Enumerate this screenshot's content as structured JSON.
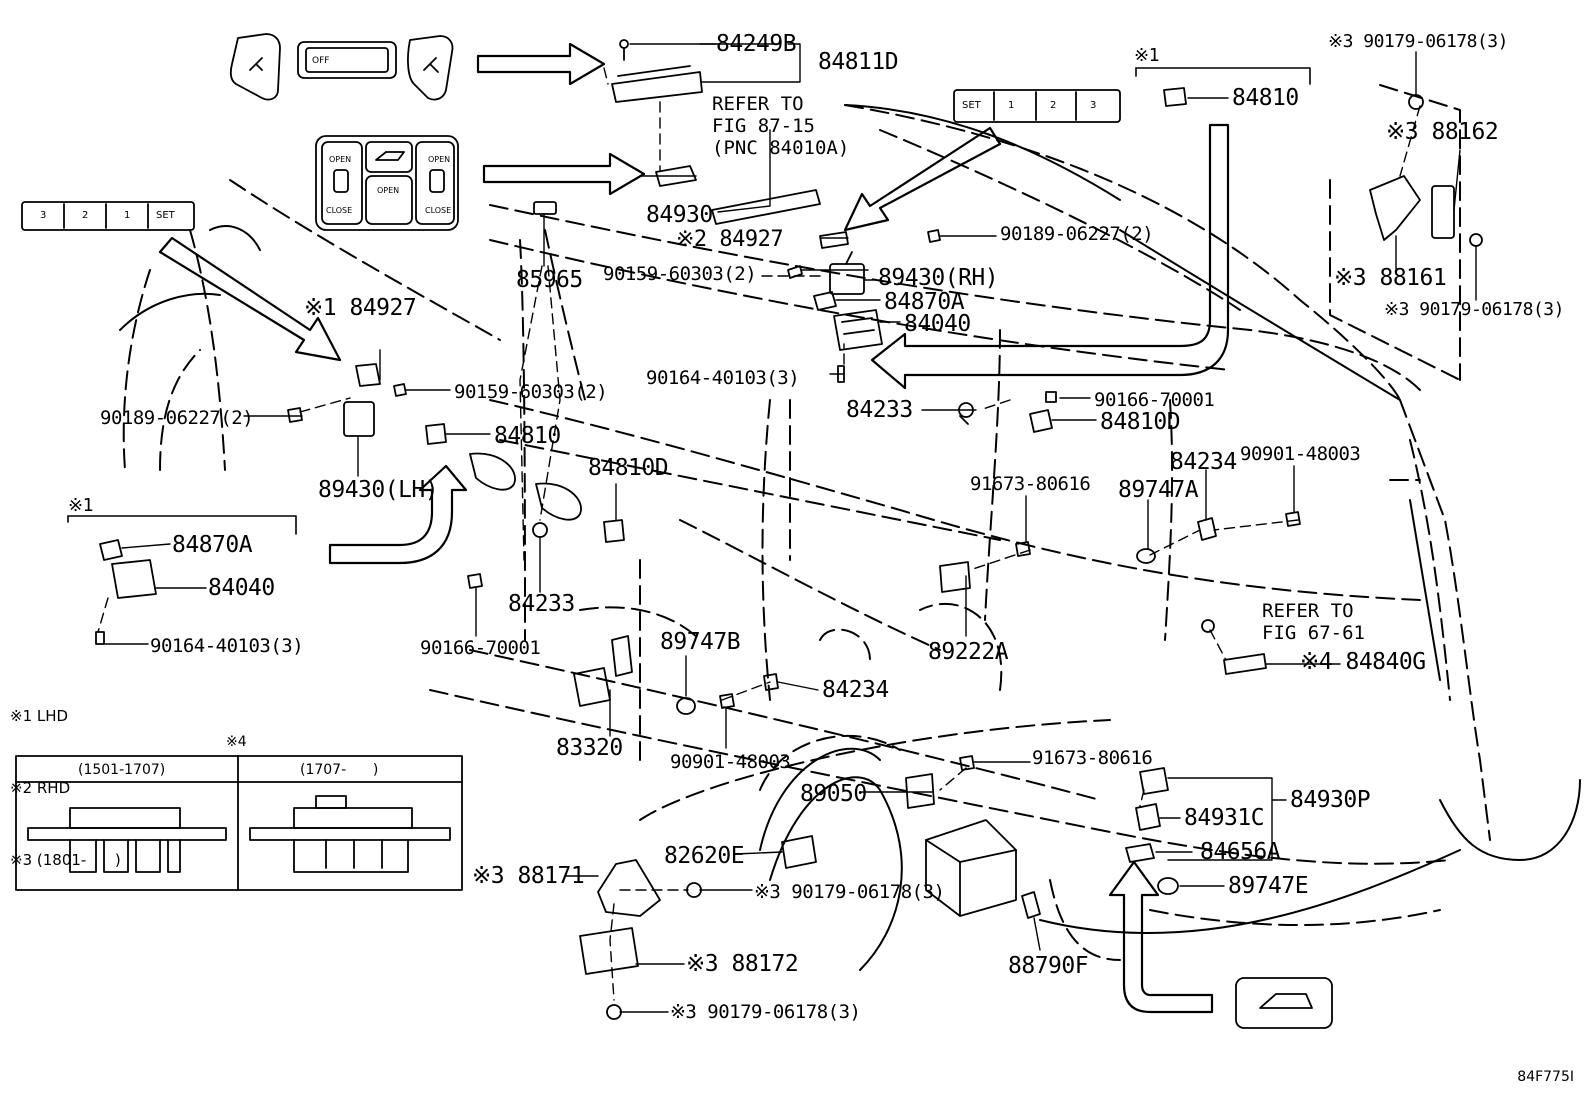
{
  "colors": {
    "ink": "#000000",
    "paper": "#ffffff"
  },
  "switches": {
    "top_switch_label": "OFF",
    "door_open_label": "OPEN",
    "door_close_label": "CLOSE",
    "seat_left": [
      "3",
      "2",
      "1",
      "SET"
    ],
    "seat_right": [
      "SET",
      "1",
      "2",
      "3"
    ]
  },
  "labels": {
    "p84249B": "84249B",
    "p84811D": "84811D",
    "ref_fig_87": "REFER TO\nFIG 87-15\n(PNC 84010A)",
    "p84930": "84930",
    "p85965": "85965",
    "p84927_rhd": "※2 84927",
    "p90159_rh": "90159-60303(2)",
    "p90189_rh": "90189-06227(2)",
    "p89430_rh": "89430(RH)",
    "p84870A_top": "84870A",
    "p84040_top": "84040",
    "p90164_top": "90164-40103(3)",
    "p84233_top": "84233",
    "p90166_top": "90166-70001",
    "p84810D_rh": "84810D",
    "x1_head_rh": "※1",
    "p84810_rh": "84810",
    "p90179_a": "※3 90179-06178(3)",
    "p88162": "※3 88162",
    "p88161": "※3 88161",
    "p90179_b": "※3 90179-06178(3)",
    "p84927_lhd": "※1 84927",
    "p90159_lh": "90159-60303(2)",
    "p90189_lh": "90189-06227(2)",
    "p89430_lh": "89430(LH)",
    "p84810_lh": "84810",
    "p84810D_lh": "84810D",
    "x1_head_lh": "※1",
    "p84870A_box": "84870A",
    "p84040_box": "84040",
    "p90164_box": "90164-40103(3)",
    "p84233_mid": "84233",
    "p90166_low": "90166-70001",
    "p91673_top": "91673-80616",
    "p89747A": "89747A",
    "p84234_rh": "84234",
    "p90901_rh": "90901-48003",
    "p89222A": "89222A",
    "ref_fig_67": "REFER TO\nFIG 67-61",
    "p84840G": "※4 84840G",
    "p89747B": "89747B",
    "p84234_lh": "84234",
    "p83320": "83320",
    "p90901_lh": "90901-48003",
    "p91673_low": "91673-80616",
    "p89050": "89050",
    "p82620E": "82620E",
    "p88171": "※3 88171",
    "p90179_c": "※3 90179-06178(3)",
    "p88172": "※3 88172",
    "p90179_d": "※3 90179-06178(3)",
    "p88790F": "88790F",
    "p84930P": "84930P",
    "p84931C": "84931C",
    "p84656A": "84656A",
    "p89747E": "89747E"
  },
  "legend": {
    "x1": "※1 LHD",
    "x2": "※2 RHD",
    "x3": "※3 (1801-      )"
  },
  "variant_box": {
    "header": "※4",
    "col1": "(1501-1707)",
    "col2": "(1707-      )"
  },
  "diagram_code": "84F775I"
}
